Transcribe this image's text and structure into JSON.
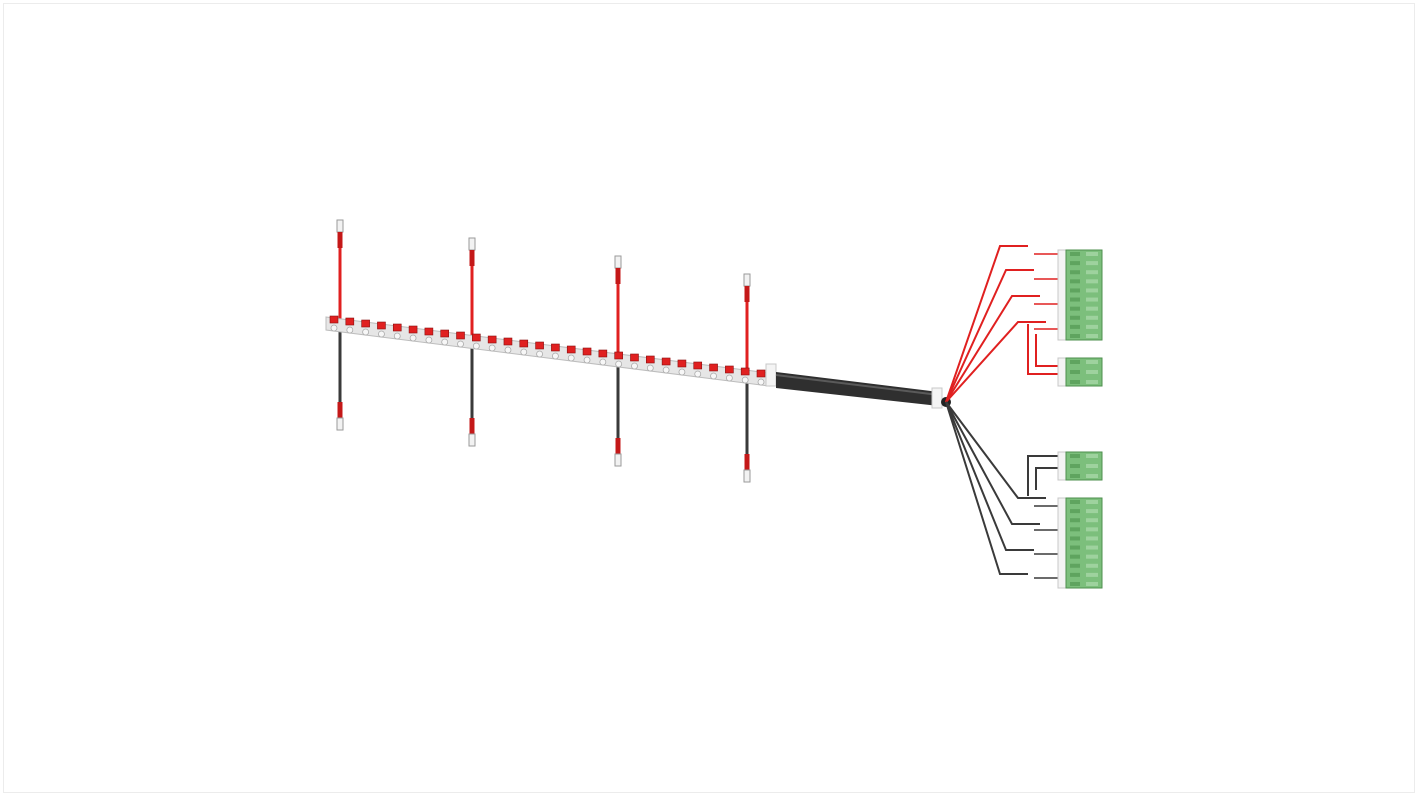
{
  "image": {
    "subject": "wire-harness-render",
    "colors": {
      "positive_wire": "#e02020",
      "negative_wire": "#3a3a3a",
      "connector_green": "#7cbf7c",
      "terminal_grey": "#d8d8d8",
      "main_cable": "#2f2f2f",
      "background": "#ffffff"
    },
    "branch_count": 4,
    "fuse_count": 28,
    "connector_blocks": 4
  }
}
